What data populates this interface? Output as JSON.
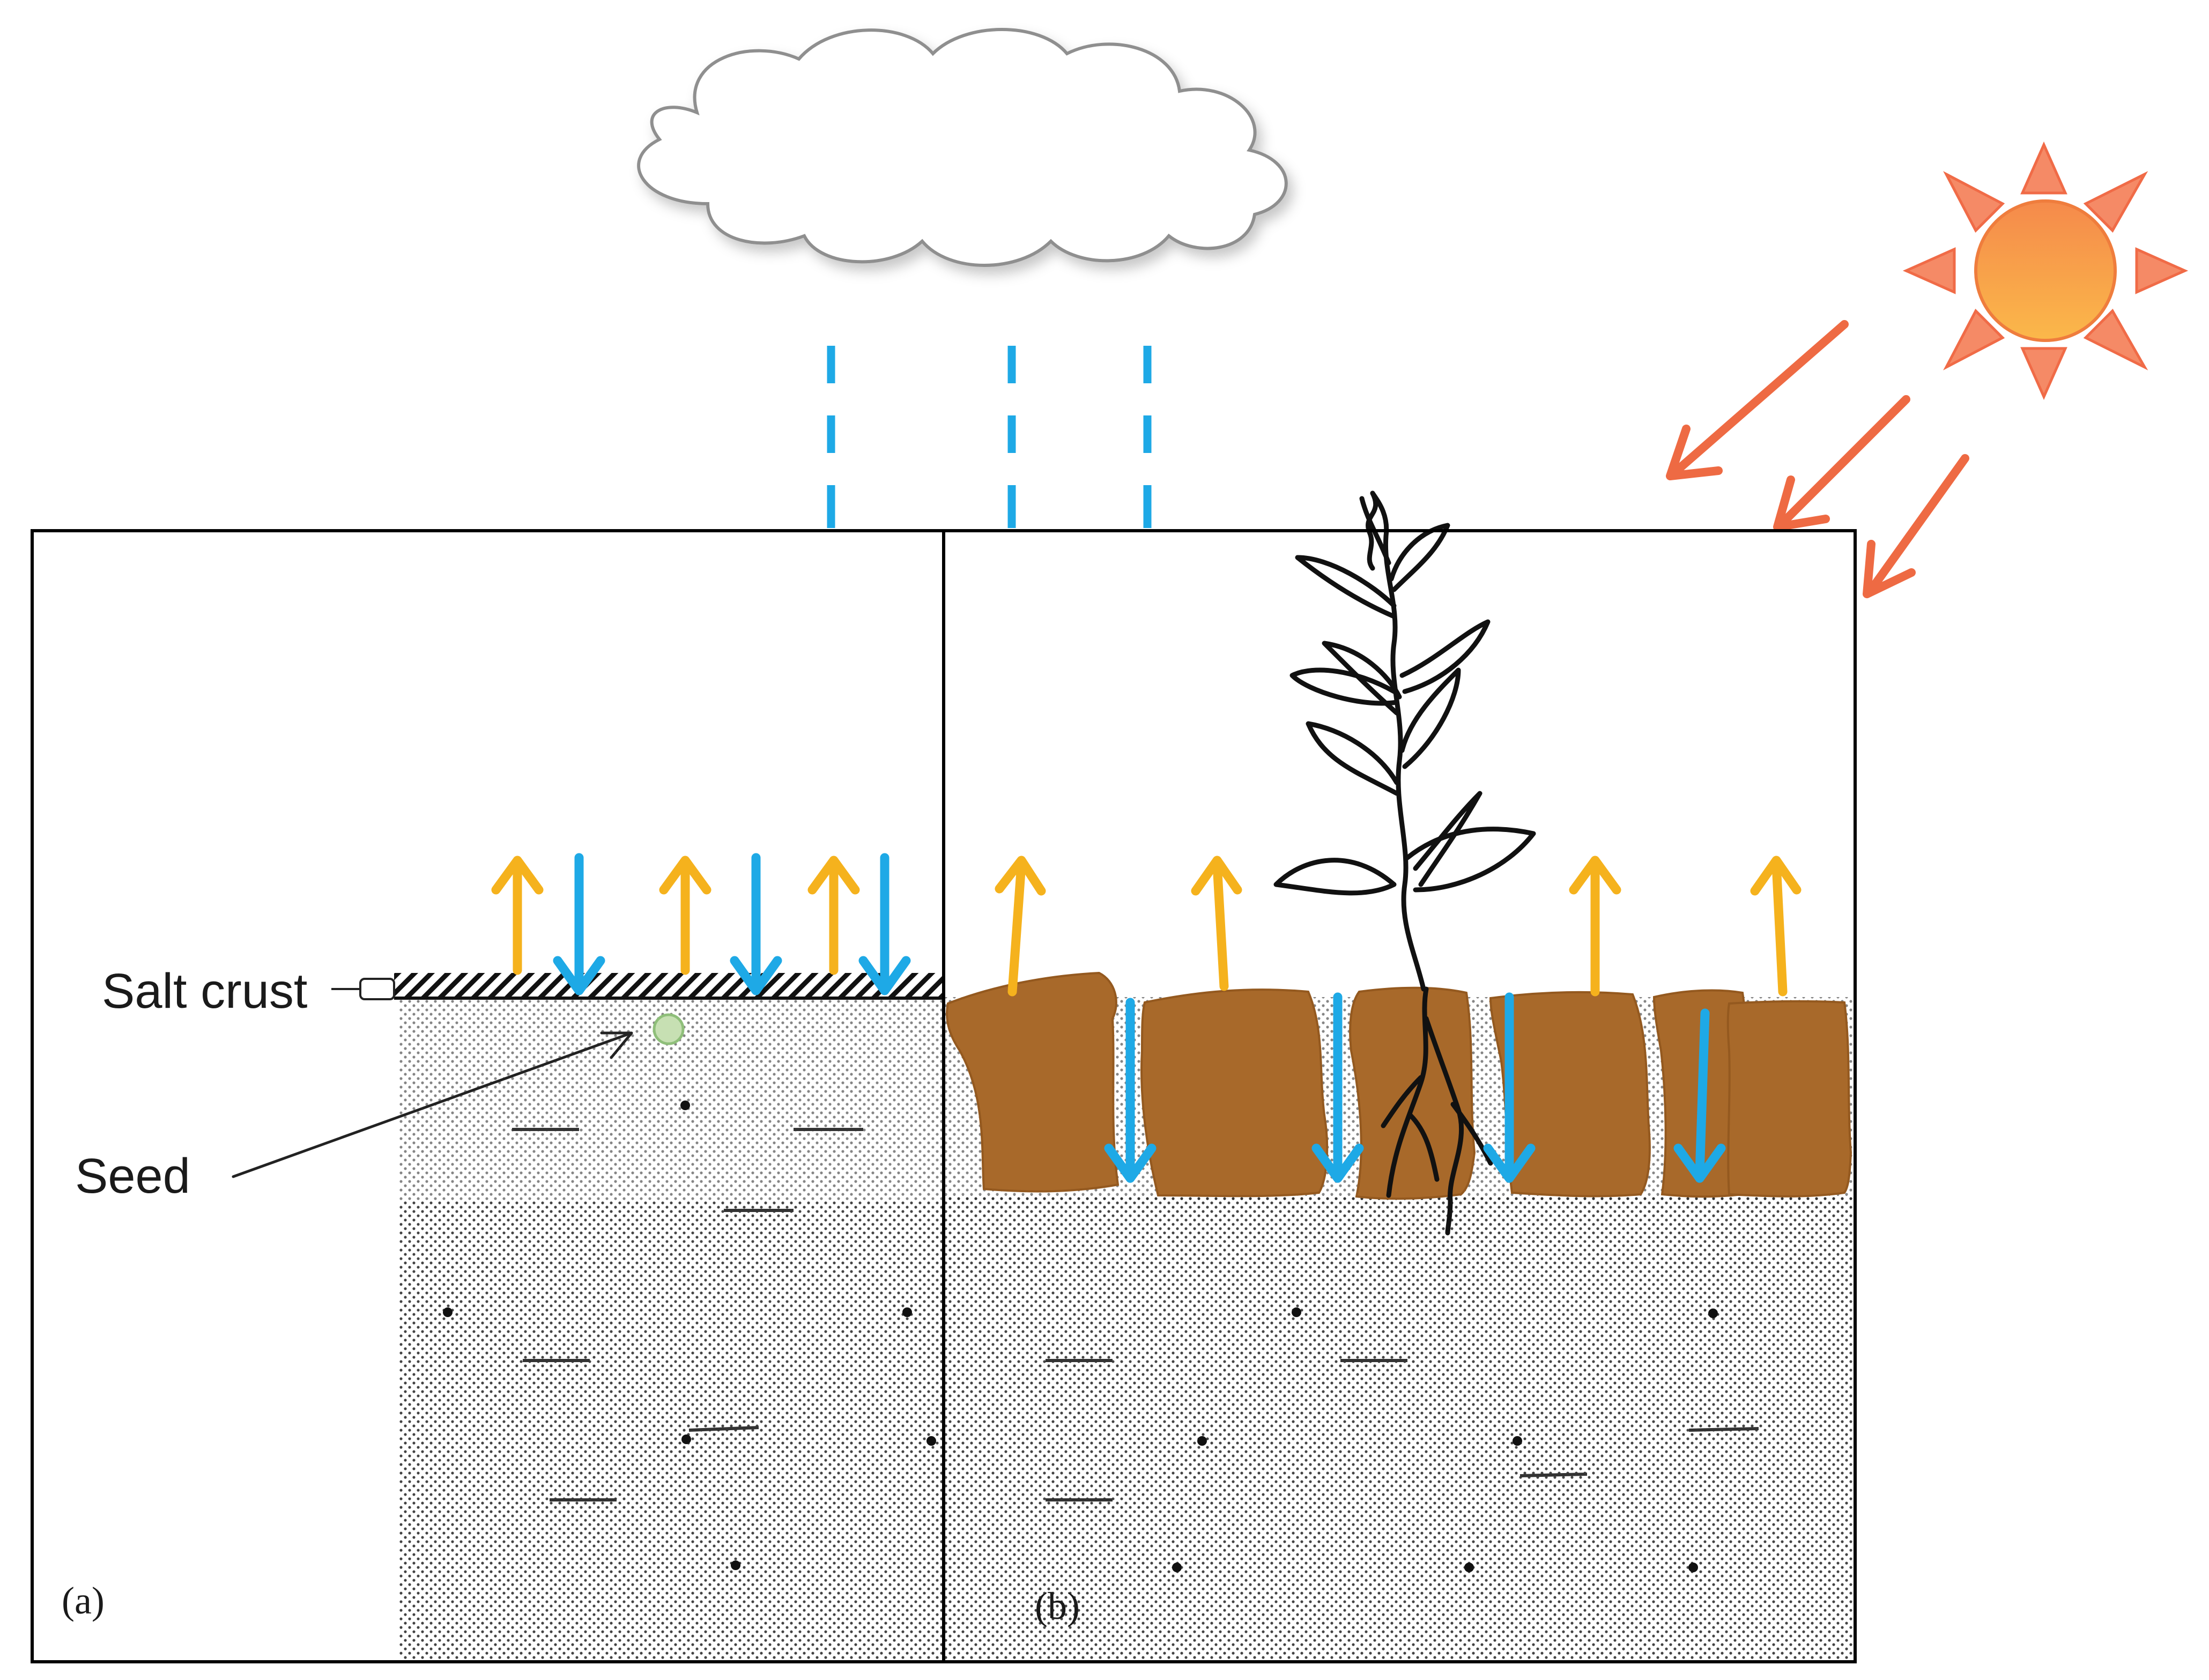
{
  "labels": {
    "salt_crust": "Salt crust",
    "seed": "Seed",
    "panel_a": "(a)",
    "panel_b": "(b)"
  },
  "colors": {
    "rain": "#1ea9e6",
    "evaporation": "#f5b21d",
    "infiltration": "#1ea9e6",
    "sun_rays": "#ee6a43",
    "sun_core": "#f7a44c",
    "cloud_fill": "#ffffff",
    "cloud_stroke": "#9a9a9a",
    "soil_clods": "#a8692a",
    "seed": "#c7e0b3",
    "plant": "#111111",
    "frame": "#000000"
  },
  "icons": {
    "cloud": "cloud-icon",
    "sun": "sun-icon",
    "plant": "plant-icon"
  }
}
